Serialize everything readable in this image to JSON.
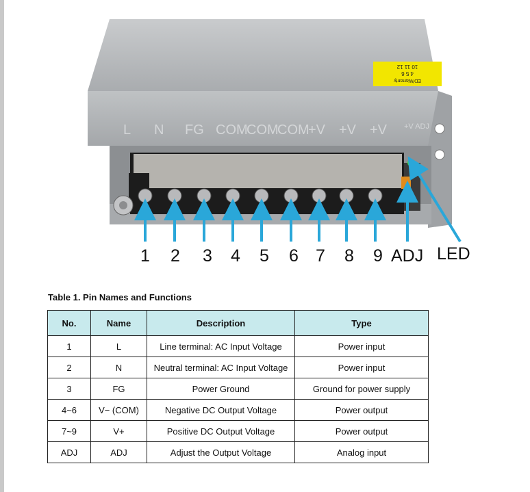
{
  "photo": {
    "warranty_label": "ED/Warranty",
    "warranty_digits_row1": "10 11 12",
    "warranty_digits_row2": "4 5 6",
    "terminal_marks": [
      "L",
      "N",
      "FG",
      "COM",
      "COM",
      "COM",
      "+V",
      "+V",
      "+V"
    ],
    "adj_mark": "+V ADJ",
    "pin_labels": [
      "1",
      "2",
      "3",
      "4",
      "5",
      "6",
      "7",
      "8",
      "9",
      "ADJ",
      "LED"
    ]
  },
  "table": {
    "caption": "Table 1. Pin Names and Functions",
    "headers": [
      "No.",
      "Name",
      "Description",
      "Type"
    ],
    "rows": [
      [
        "1",
        "L",
        "Line terminal: AC Input Voltage",
        "Power input"
      ],
      [
        "2",
        "N",
        "Neutral terminal: AC Input Voltage",
        "Power input"
      ],
      [
        "3",
        "FG",
        "Power Ground",
        "Ground for power supply"
      ],
      [
        "4~6",
        "V− (COM)",
        "Negative DC Output Voltage",
        "Power output"
      ],
      [
        "7~9",
        "V+",
        "Positive DC Output Voltage",
        "Power output"
      ],
      [
        "ADJ",
        "ADJ",
        "Adjust the Output Voltage",
        "Analog input"
      ]
    ]
  },
  "colors": {
    "header_bg": "#c8eaed",
    "arrow": "#2aa7d9",
    "warranty_sticker": "#f2e600",
    "case_metal": "#b9bcbf",
    "terminal_block": "#1c1c1c"
  }
}
